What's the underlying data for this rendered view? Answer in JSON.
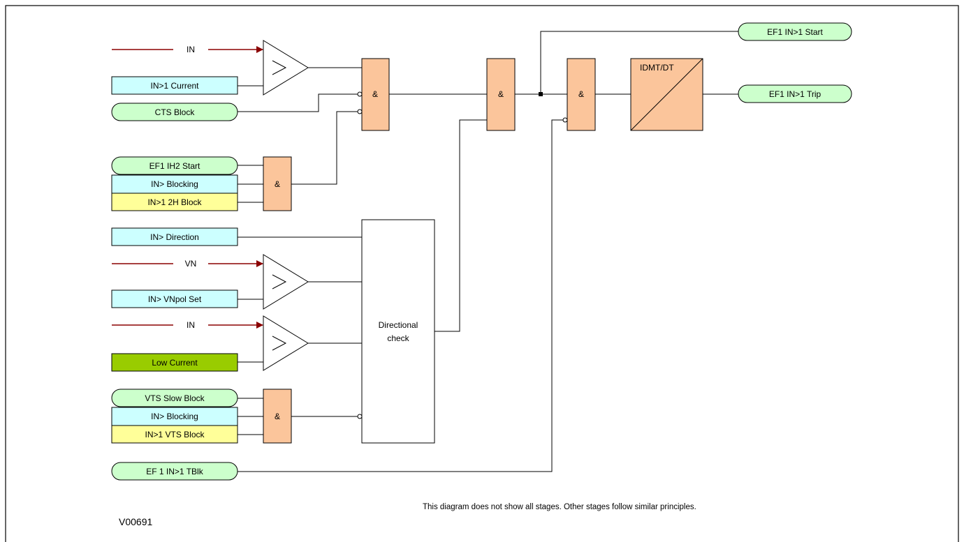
{
  "diagram": {
    "analogue_inputs": [
      {
        "id": "a1",
        "label": "IN"
      },
      {
        "id": "a2",
        "label": "VN"
      },
      {
        "id": "a3",
        "label": "IN"
      }
    ],
    "settings": [
      {
        "id": "s1",
        "label": "IN>1 Current",
        "color": "#ccffff"
      },
      {
        "id": "s2",
        "label": "IN> Blocking",
        "color": "#ccffff"
      },
      {
        "id": "s3",
        "label": "IN>1 2H Block",
        "color": "#ffff99"
      },
      {
        "id": "s4",
        "label": "IN> Direction",
        "color": "#ccffff"
      },
      {
        "id": "s5",
        "label": "IN> VNpol Set",
        "color": "#ccffff"
      },
      {
        "id": "s6",
        "label": "Low Current",
        "color": "#99cc00"
      },
      {
        "id": "s7",
        "label": "IN> Blocking",
        "color": "#ccffff"
      },
      {
        "id": "s8",
        "label": "IN>1 VTS Block",
        "color": "#ffff99"
      }
    ],
    "signal_inputs": [
      {
        "id": "i1",
        "label": "CTS Block"
      },
      {
        "id": "i2",
        "label": "EF1 IH2 Start"
      },
      {
        "id": "i3",
        "label": "VTS Slow Block"
      },
      {
        "id": "i4",
        "label": "EF 1 IN>1 TBlk"
      }
    ],
    "outputs": [
      {
        "id": "o1",
        "label": "EF1 IN>1 Start"
      },
      {
        "id": "o2",
        "label": "EF1 IN>1 Trip"
      }
    ],
    "gate_label": "&",
    "directional_check": [
      "Directional",
      "check"
    ],
    "timer_label": "IDMT/DT",
    "note": "This diagram does not show all stages. Other stages follow similar principles.",
    "diagram_id": "V00691",
    "colors": {
      "signal_box": "#ccffcc",
      "gate_fill": "#fbc59b",
      "analogue_arrow": "#8b0000",
      "frame": "#000000"
    }
  }
}
